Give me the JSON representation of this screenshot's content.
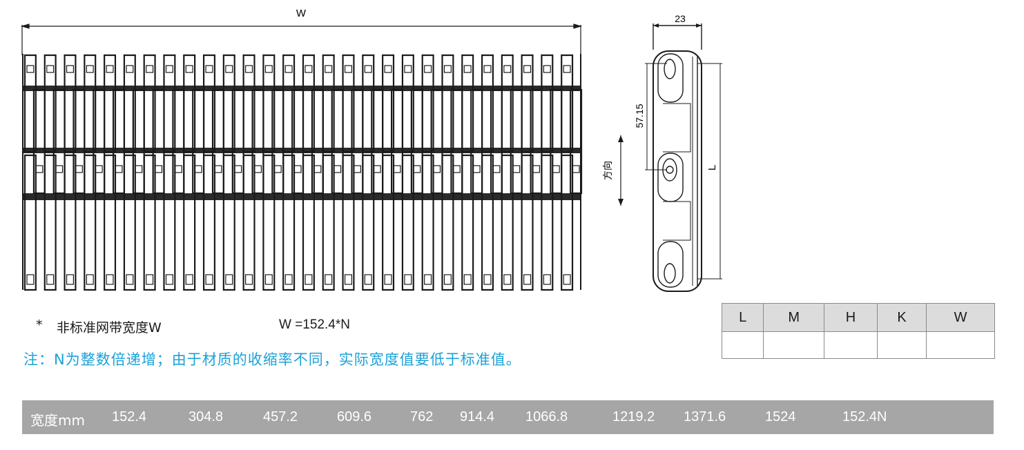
{
  "diagram": {
    "width_label": "W",
    "side_width_label": "23",
    "pitch_label": "57.15",
    "length_label": "L",
    "direction_label": "方向"
  },
  "notes": {
    "asterisk": "*",
    "nonstandard_label": "非标准网带宽度W",
    "formula": "W =152.4*N",
    "chinese_note": "注：N为整数倍递增；由于材质的收缩率不同，实际宽度值要低于标准值。"
  },
  "spec_table": {
    "headers": [
      "L",
      "M",
      "H",
      "K",
      "W"
    ],
    "values": [
      "",
      "",
      "",
      "",
      ""
    ]
  },
  "width_row": {
    "label": "宽度mm",
    "values": [
      "152.4",
      "304.8",
      "457.2",
      "609.6",
      "762",
      "914.4",
      "1066.8",
      "1219.2",
      "1371.6",
      "1524",
      "152.4N"
    ]
  },
  "colors": {
    "note_blue": "#1aa2d8",
    "bar_gray": "#a6a6a6",
    "line": "#1a1a1a"
  }
}
